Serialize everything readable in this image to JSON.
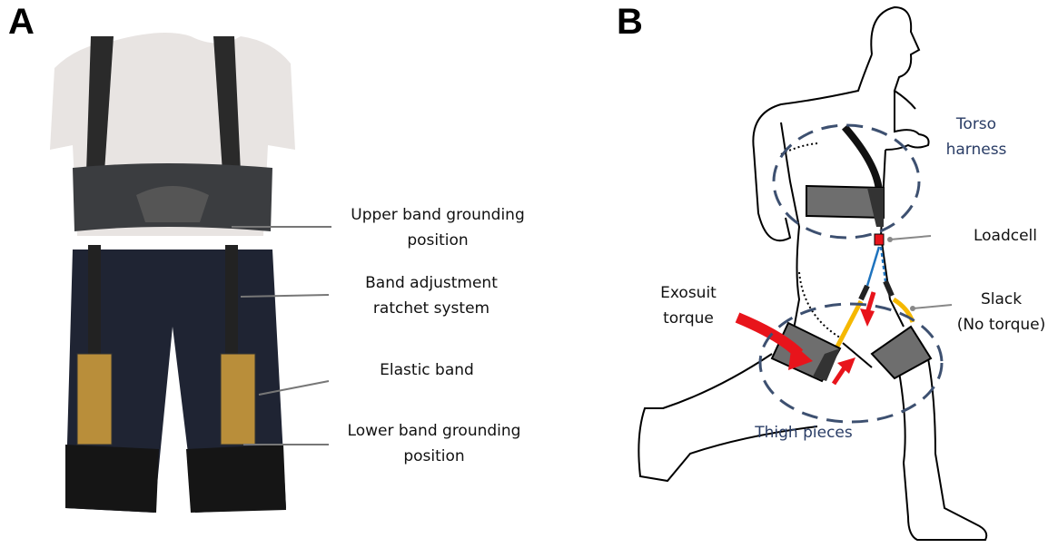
{
  "panels": {
    "a": {
      "letter": "A",
      "labels": [
        {
          "line1": "Upper band grounding",
          "line2": "position"
        },
        {
          "line1": "Band adjustment",
          "line2": "ratchet system"
        },
        {
          "line1": "Elastic band",
          "line2": ""
        },
        {
          "line1": "Lower band grounding",
          "line2": "position"
        }
      ]
    },
    "b": {
      "letter": "B",
      "torso_harness": {
        "line1": "Torso",
        "line2": "harness"
      },
      "loadcell": "Loadcell",
      "exosuit_torque": {
        "line1": "Exosuit",
        "line2": "torque"
      },
      "slack": {
        "line1": "Slack",
        "line2": "(No torque)"
      },
      "thigh_pieces": "Thigh pieces"
    }
  },
  "colors": {
    "label_blue": "#2a3d66",
    "arrow_red": "#e8141b",
    "elastic_yellow": "#f5b800",
    "cable_blue": "#1e73be",
    "band_gray": "#6e6e6e"
  }
}
